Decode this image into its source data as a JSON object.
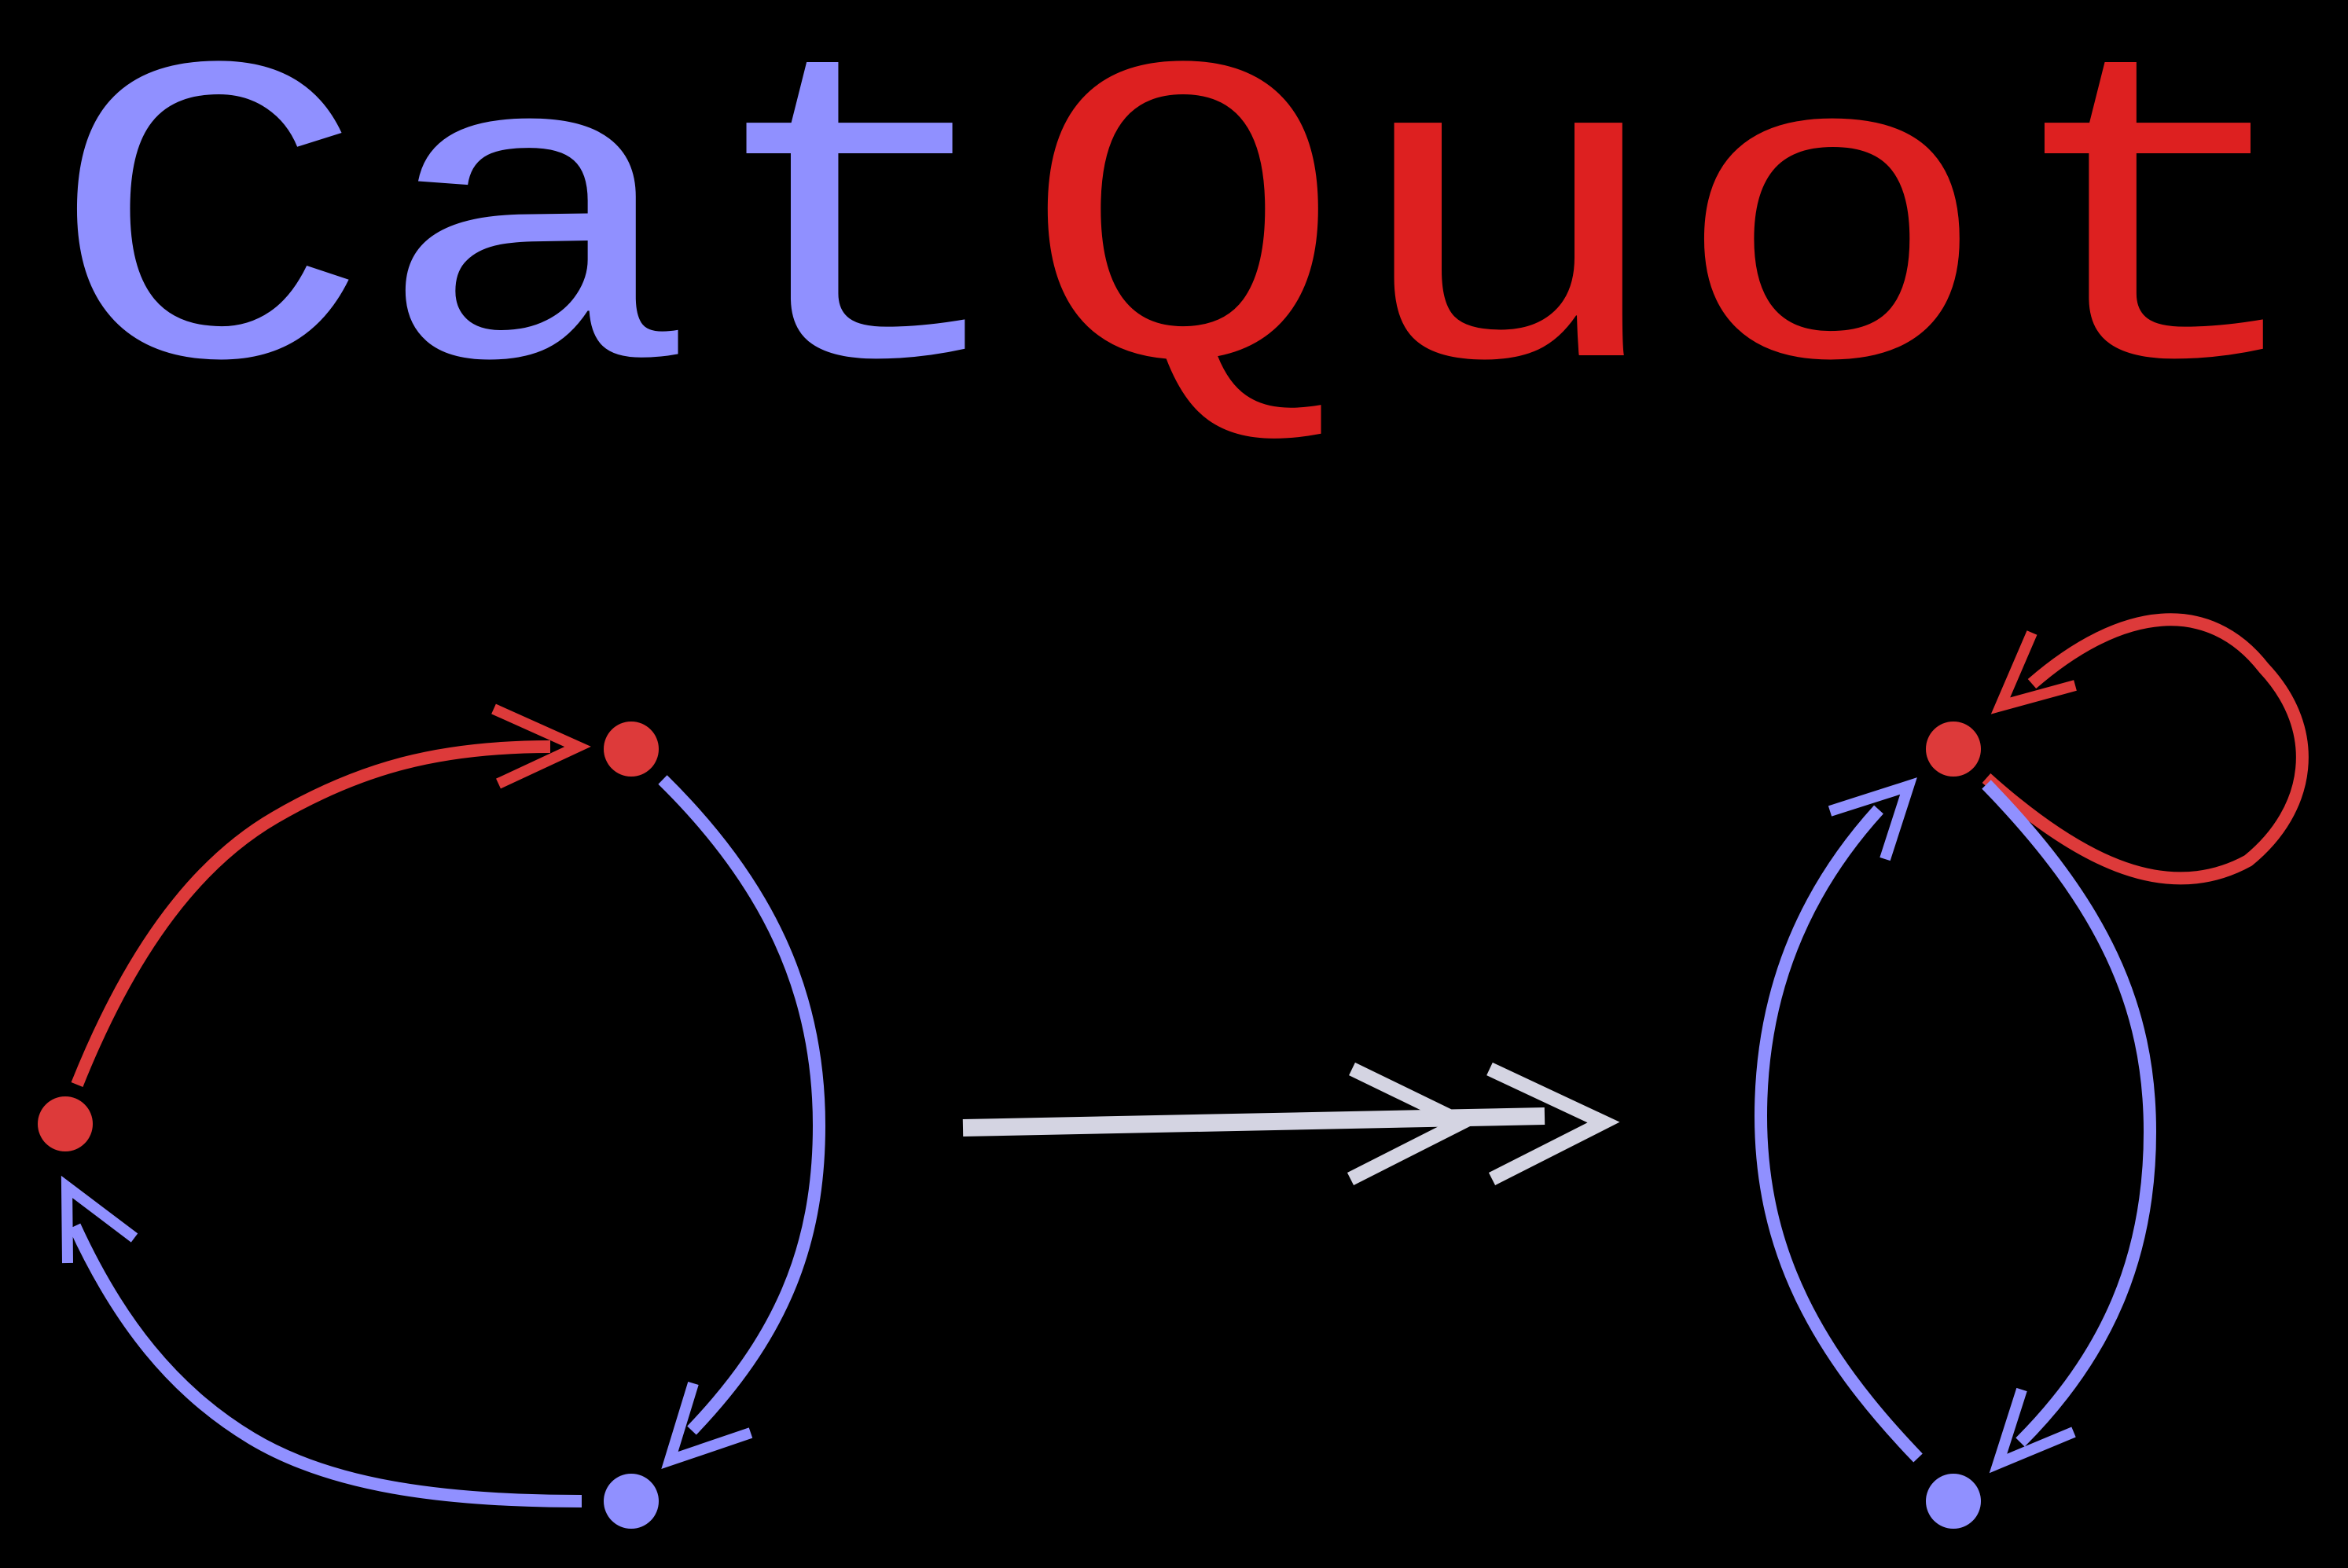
{
  "logo": {
    "part1": "Cat",
    "part2": "Quot"
  },
  "colors": {
    "background": "#000000",
    "blue": "#9090ff",
    "red": "#dd2020",
    "red_light": "#dd3a3a",
    "blue_node": "#9090ff",
    "arrow_gray": "#d4d4e2"
  },
  "diagram": {
    "source_graph": {
      "nodes": [
        {
          "id": "top",
          "color": "red"
        },
        {
          "id": "left",
          "color": "red"
        },
        {
          "id": "bottom",
          "color": "blue"
        }
      ],
      "edges": [
        {
          "from": "left",
          "to": "top",
          "color": "red"
        },
        {
          "from": "top",
          "to": "bottom",
          "color": "blue"
        },
        {
          "from": "bottom",
          "to": "left",
          "color": "blue"
        }
      ]
    },
    "quotient_arrow": {
      "style": "double-headed",
      "color": "gray"
    },
    "target_graph": {
      "nodes": [
        {
          "id": "top",
          "color": "red"
        },
        {
          "id": "bottom",
          "color": "blue"
        }
      ],
      "edges": [
        {
          "from": "top",
          "to": "top",
          "color": "red",
          "kind": "loop"
        },
        {
          "from": "top",
          "to": "bottom",
          "color": "blue"
        },
        {
          "from": "bottom",
          "to": "top",
          "color": "blue"
        }
      ]
    }
  }
}
